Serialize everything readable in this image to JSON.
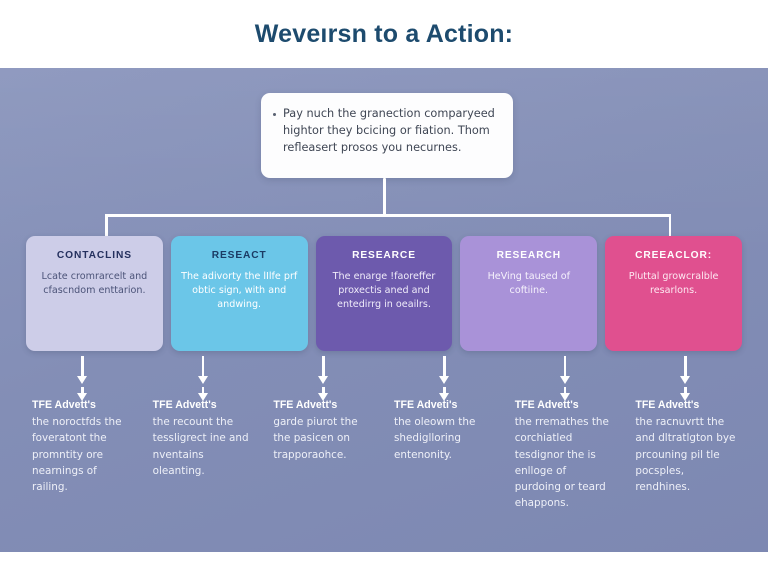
{
  "page": {
    "title": "Weveırsn to a Action:",
    "panel_bg": "#838eb6",
    "title_color": "#1d4b6e",
    "connector_color": "#ffffff"
  },
  "callout": {
    "bullet_icon": "bullet-dot",
    "text": "Pay nuch the granection comparyeed hightor they bcicing or fiation. Thom refleasert prosos you necurnes."
  },
  "cards": [
    {
      "title": "CONTACLINS",
      "body": "Lcate cromrarcelt and cfascndom enttarion.",
      "bg": "#cdcde8",
      "title_color": "#24305e",
      "body_color": "#4b5378"
    },
    {
      "title": "RESEACT",
      "body": "The adivorty the lIlfe prf obtic sign, with and andwing.",
      "bg": "#6bc6e8",
      "title_color": "#1b3b64",
      "body_color": "#ffffff"
    },
    {
      "title": "RESEARCE",
      "body": "The enarge !faoreffer proxectis aned and entedirrg in oeailrs.",
      "bg": "#6d5aad",
      "title_color": "#ffffff",
      "body_color": "#f0ecfa"
    },
    {
      "title": "RESEARCH",
      "body": "HeVing taused of coftiine.",
      "bg": "#a992d8",
      "title_color": "#ffffff",
      "body_color": "#f6f2fc"
    },
    {
      "title": "CREEACLOR:",
      "body": "Pluttal growcralble resarlons.",
      "bg": "#e0508f",
      "title_color": "#ffffff",
      "body_color": "#fde9f2"
    }
  ],
  "arrow_columns": 6,
  "bottom_columns": [
    {
      "heading": "TFE Advett's",
      "body": "the noroctfds the foveratont the promntity ore nearnings of railing."
    },
    {
      "heading": "TFE Advett's",
      "body": "the recount the tessligrect ine and nventains oleanting."
    },
    {
      "heading": "TFE Advett's",
      "body": "garde piurot the the pasicen on trapporaohce."
    },
    {
      "heading": "TFE Adveti's",
      "body": "the oleowm the shediglloring entenonity."
    },
    {
      "heading": "TFE Advett's",
      "body": "the rremathes the corchiatled tesdignor the is enlloge of purdoing or teard ehappons."
    },
    {
      "heading": "TFE Advett's",
      "body": "the racnuvrtt the and dltratlgton bye prcouning pil tle pocsples, rendhines."
    }
  ]
}
